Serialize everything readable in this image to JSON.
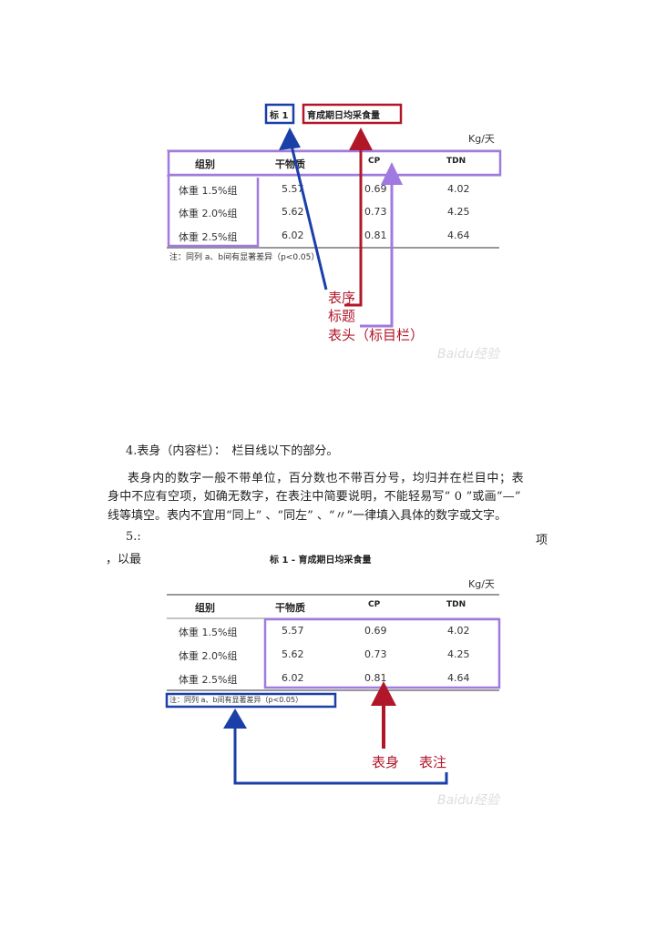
{
  "figure1": {
    "table_number": "标 1",
    "table_title": "育成期日均采食量",
    "unit": "Kg/天",
    "headers": [
      "组别",
      "干物质",
      "CP",
      "TDN"
    ],
    "rows": [
      [
        "体重 1.5%组",
        "5.57",
        "0.69",
        "4.02"
      ],
      [
        "体重 2.0%组",
        "5.62",
        "0.73",
        "4.25"
      ],
      [
        "体重 2.5%组",
        "6.02",
        "0.81",
        "4.64"
      ]
    ],
    "note": "注：同列 a、b间有显著差异（p<0.05）",
    "annotations": [
      "表序",
      "标题",
      "表头（标目栏）"
    ],
    "watermark": "Baidu经验"
  },
  "text": {
    "heading4": "4.表身（内容栏）：　栏目线以下的部分。",
    "para_lines": [
      "表身内的数字一般不带单位，百分数也不带百分号，均归并在栏目中；表",
      "身中不应有空项，如确无数字，在表注中简要说明，不能轻易写“ 0 ”或画“—”",
      "线等填空。表内不宜用“同上” 、“同左” 、“〃”一律填入具体的数字或文字。"
    ],
    "heading5_start": "5.:",
    "heading5_end": "项",
    "line_cont": "，以最"
  },
  "figure2": {
    "caption": "标 1 - 育成期日均采食量",
    "unit": "Kg/天",
    "headers": [
      "组别",
      "干物质",
      "CP",
      "TDN"
    ],
    "rows": [
      [
        "体重 1.5%组",
        "5.57",
        "0.69",
        "4.02"
      ],
      [
        "体重 2.0%组",
        "5.62",
        "0.73",
        "4.25"
      ],
      [
        "体重 2.5%组",
        "6.02",
        "0.81",
        "4.64"
      ]
    ],
    "note": "注：同列 a、b间有显著差异（p<0.05）",
    "annotations": [
      "表身",
      "表注"
    ],
    "watermark": "Baidu经验"
  },
  "colors": {
    "blue": "#1a3fa8",
    "red": "#b0182a",
    "purple": "#a07ae0"
  }
}
